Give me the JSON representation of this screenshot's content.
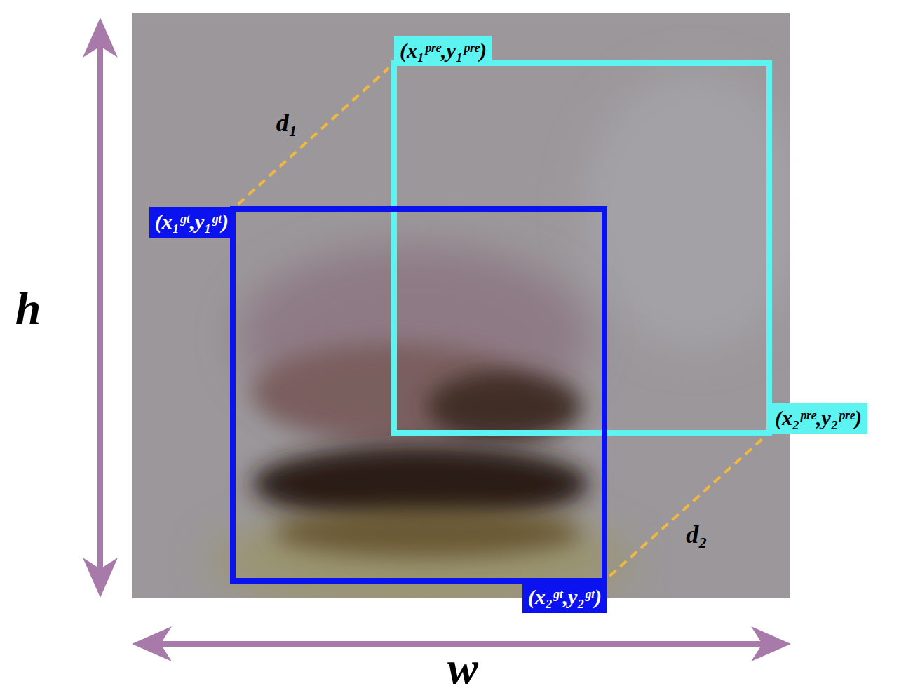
{
  "diagram": {
    "nodes": [
      {
        "text": [
          "(x₁ᵖʳᵉ,y₁ᵖʳᵉ)",
          "(x₂ᵖʳᵉ,y₂ᵖʳᵉ)"
        ]
      },
      {
        "text": [
          "(x₁ᵍᵗ,y₁ᵍᵗ)",
          "(x₂ᵍᵗ,y₂ᵍᵗ)"
        ]
      }
    ],
    "edges": [
      {
        "from": 1,
        "to": 0,
        "arrow": "none",
        "label": "d₁"
      },
      {
        "from": 1,
        "to": 0,
        "arrow": "none",
        "label": "d₂"
      }
    ],
    "labels": [
      "h",
      "w"
    ]
  }
}
